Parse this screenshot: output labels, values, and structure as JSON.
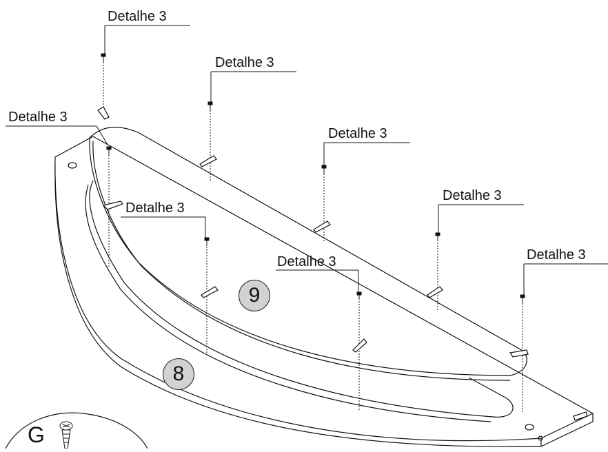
{
  "detail_label": "Detalhe 3",
  "callouts": [
    {
      "label": "Detalhe 3"
    },
    {
      "label": "Detalhe 3"
    },
    {
      "label": "Detalhe 3"
    },
    {
      "label": "Detalhe 3"
    },
    {
      "label": "Detalhe 3"
    },
    {
      "label": "Detalhe 3"
    },
    {
      "label": "Detalhe 3"
    },
    {
      "label": "Detalhe 3"
    }
  ],
  "part_numbers": {
    "part_9": "9",
    "part_8": "8"
  },
  "hardware": {
    "letter": "G",
    "icon": "screw-icon"
  },
  "colors": {
    "line": "#111111",
    "badge_fill": "#d2d2d2"
  }
}
